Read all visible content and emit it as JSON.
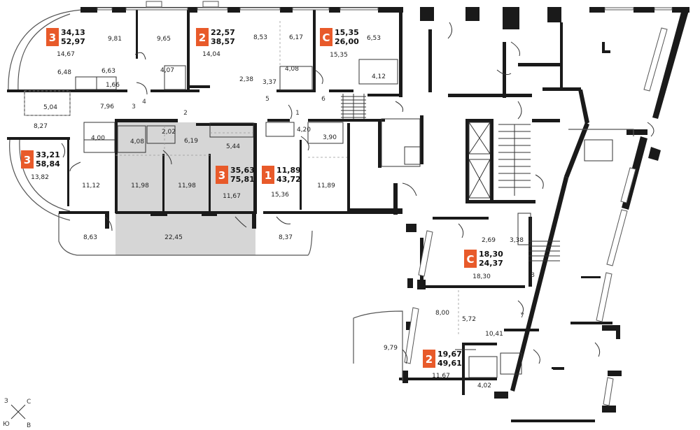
{
  "colors": {
    "badge": "#e85a2a",
    "selected_unit": "#d6d6d6",
    "wall": "#1a1a1a"
  },
  "units": [
    {
      "type": "3",
      "living": "34,13",
      "total": "52,97"
    },
    {
      "type": "2",
      "living": "22,57",
      "total": "38,57"
    },
    {
      "type": "С",
      "living": "15,35",
      "total": "26,00"
    },
    {
      "type": "3",
      "living": "33,21",
      "total": "58,84"
    },
    {
      "type": "3",
      "living": "35,63",
      "total": "75,81"
    },
    {
      "type": "1",
      "living": "11,89",
      "total": "43,72"
    },
    {
      "type": "С",
      "living": "18,30",
      "total": "24,37"
    },
    {
      "type": "2",
      "living": "19,67",
      "total": "49,61"
    }
  ],
  "rooms": [
    "9,81",
    "9,65",
    "14,67",
    "6,48",
    "6,63",
    "4,07",
    "1,66",
    "5,04",
    "7,96",
    "8,27",
    "14,04",
    "8,53",
    "6,17",
    "2,38",
    "3,37",
    "4,08",
    "15,35",
    "6,53",
    "4,12",
    "4,00",
    "4,08",
    "2,02",
    "6,19",
    "5,44",
    "4,20",
    "3,90",
    "13,82",
    "11,12",
    "11,98",
    "11,98",
    "11,67",
    "15,36",
    "11,89",
    "8,63",
    "22,45",
    "8,37",
    "2,69",
    "3,38",
    "18,30",
    "8,00",
    "5,72",
    "10,41",
    "9,79",
    "11,67",
    "4,02"
  ],
  "doors": [
    "3",
    "4",
    "2",
    "1",
    "5",
    "6",
    "8",
    "7"
  ],
  "compass": {
    "w": "З",
    "n": "С",
    "s": "Ю",
    "e": "В"
  }
}
